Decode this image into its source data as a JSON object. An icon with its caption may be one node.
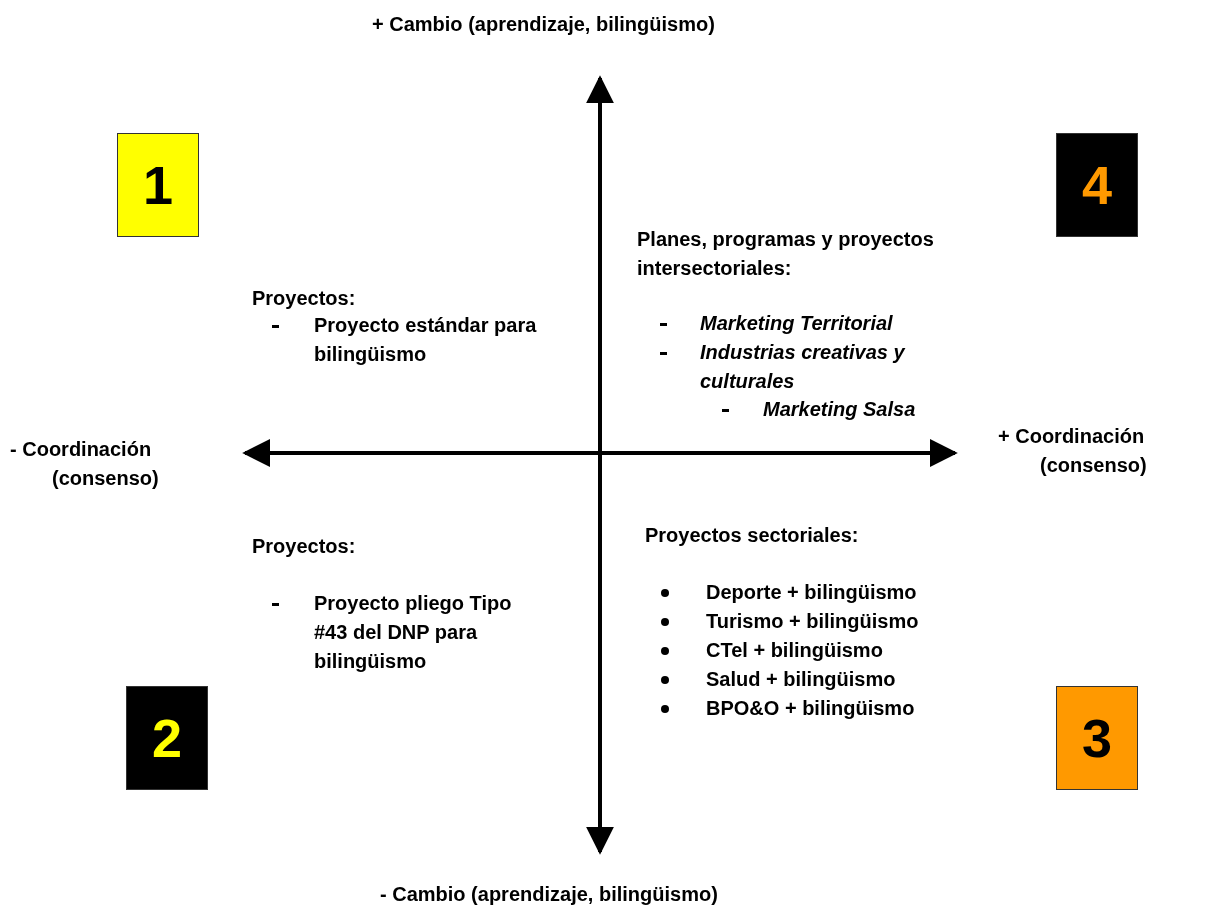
{
  "diagram": {
    "nodes": [
      {
        "text": [
          "1"
        ]
      },
      {
        "text": [
          "4"
        ]
      },
      {
        "text": [
          "2"
        ]
      },
      {
        "text": [
          "3"
        ]
      }
    ],
    "labels": [
      "+ Cambio (aprendizaje, bilingüismo)",
      "Planes, programas y proyectos intersectoriales:",
      "Proyectos:",
      "Proyecto estándar para bilingüismo",
      "Marketing Territorial",
      "Industrias creativas y culturales",
      "Marketing Salsa",
      "- Coordinación (consenso)",
      "+ Coordinación (consenso)",
      "Proyectos:",
      "Proyectos sectoriales:",
      "Proyecto pliego Tipo #43 del DNP para bilingüismo",
      "Deporte + bilingüismo",
      "Turismo + bilingüismo",
      "CTel + bilingüismo",
      "Salud + bilingüismo",
      "BPO&O + bilingüismo",
      "- Cambio (aprendizaje, bilingüismo)"
    ]
  }
}
